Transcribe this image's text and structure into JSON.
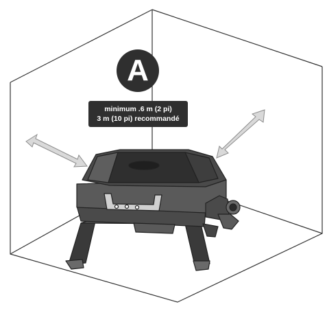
{
  "figure": {
    "badge_letter": "A",
    "clearance": {
      "line1": "minimum .6 m (2 pi)",
      "line2": "3 m (10 pi) recommandé"
    },
    "colors": {
      "badge": "#2f2f2f",
      "arrow_fill": "#d9d9d9",
      "arrow_stroke": "#8c8c8c",
      "line": "#333333",
      "grill_body": "#4a4a4a",
      "grill_dark": "#2b2b2b"
    },
    "icons": [
      "clearance-arrow",
      "grill-illustration"
    ]
  }
}
